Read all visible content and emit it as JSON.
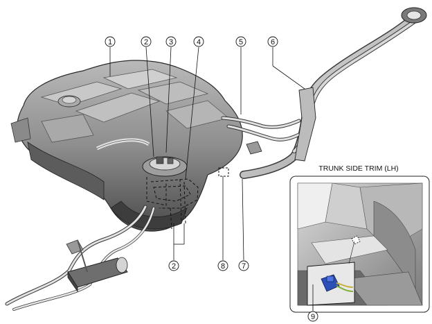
{
  "diagram": {
    "callouts": [
      "1",
      "2",
      "3",
      "4",
      "5",
      "6",
      "7",
      "8",
      "9",
      "2"
    ],
    "inset": {
      "title": "TRUNK SIDE TRIM (LH)"
    }
  }
}
